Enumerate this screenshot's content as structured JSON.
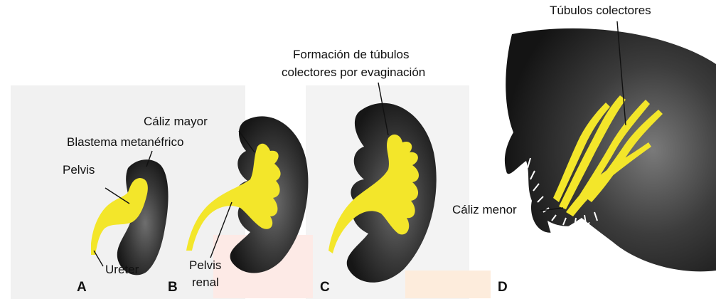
{
  "colors": {
    "kidney_dark": "#1e1e1e",
    "kidney_mid": "#4a4a4a",
    "kidney_light": "#7a7a7a",
    "collecting_system": "#f3e62a",
    "line": "#111111",
    "bg_gray": "#ececec",
    "bg_pink": "#fbe4e0",
    "bg_peach": "#fde6d2"
  },
  "panels": {
    "a": {
      "letter": "A"
    },
    "b": {
      "letter": "B"
    },
    "c": {
      "letter": "C"
    },
    "d": {
      "letter": "D"
    }
  },
  "labels": {
    "pelvis_a": "Pelvis",
    "blastema": "Blastema metanéfrico",
    "ureter": "Uréter",
    "caliz_mayor": "Cáliz mayor",
    "pelvis_b_line1": "Pelvis",
    "pelvis_b_line2": "renal",
    "formacion_line1": "Formación de túbulos",
    "formacion_line2": "colectores por evaginación",
    "tubulos_colectores": "Túbulos colectores",
    "caliz_menor": "Cáliz menor"
  }
}
